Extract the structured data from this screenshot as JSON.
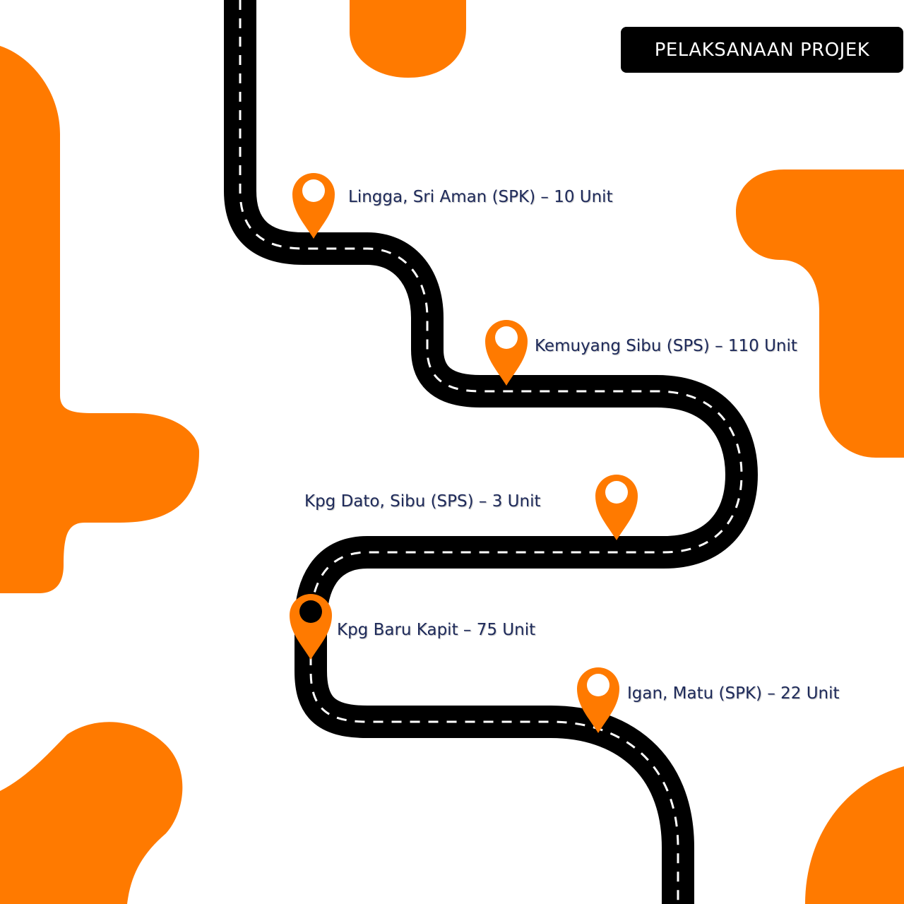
{
  "title": "PELAKSANAAN PROJEK",
  "colors": {
    "accent": "#FF7A00",
    "road": "#000000",
    "road_marking": "#FFFFFF",
    "label_text": "#1E2A5A",
    "title_bg": "#000000",
    "title_text": "#FFFFFF"
  },
  "stops": [
    {
      "label": "Lingga, Sri Aman (SPK) – 10 Unit",
      "icon": "orange-map-pin-icon"
    },
    {
      "label": "Kemuyang Sibu (SPS) – 110 Unit",
      "icon": "orange-map-pin-icon"
    },
    {
      "label": "Kpg Dato, Sibu (SPS) – 3 Unit",
      "icon": "orange-map-pin-icon"
    },
    {
      "label": "Kpg Baru Kapit – 75 Unit",
      "icon": "orange-map-pin-icon"
    },
    {
      "label": "Igan, Matu (SPK) – 22 Unit",
      "icon": "orange-map-pin-icon"
    }
  ]
}
